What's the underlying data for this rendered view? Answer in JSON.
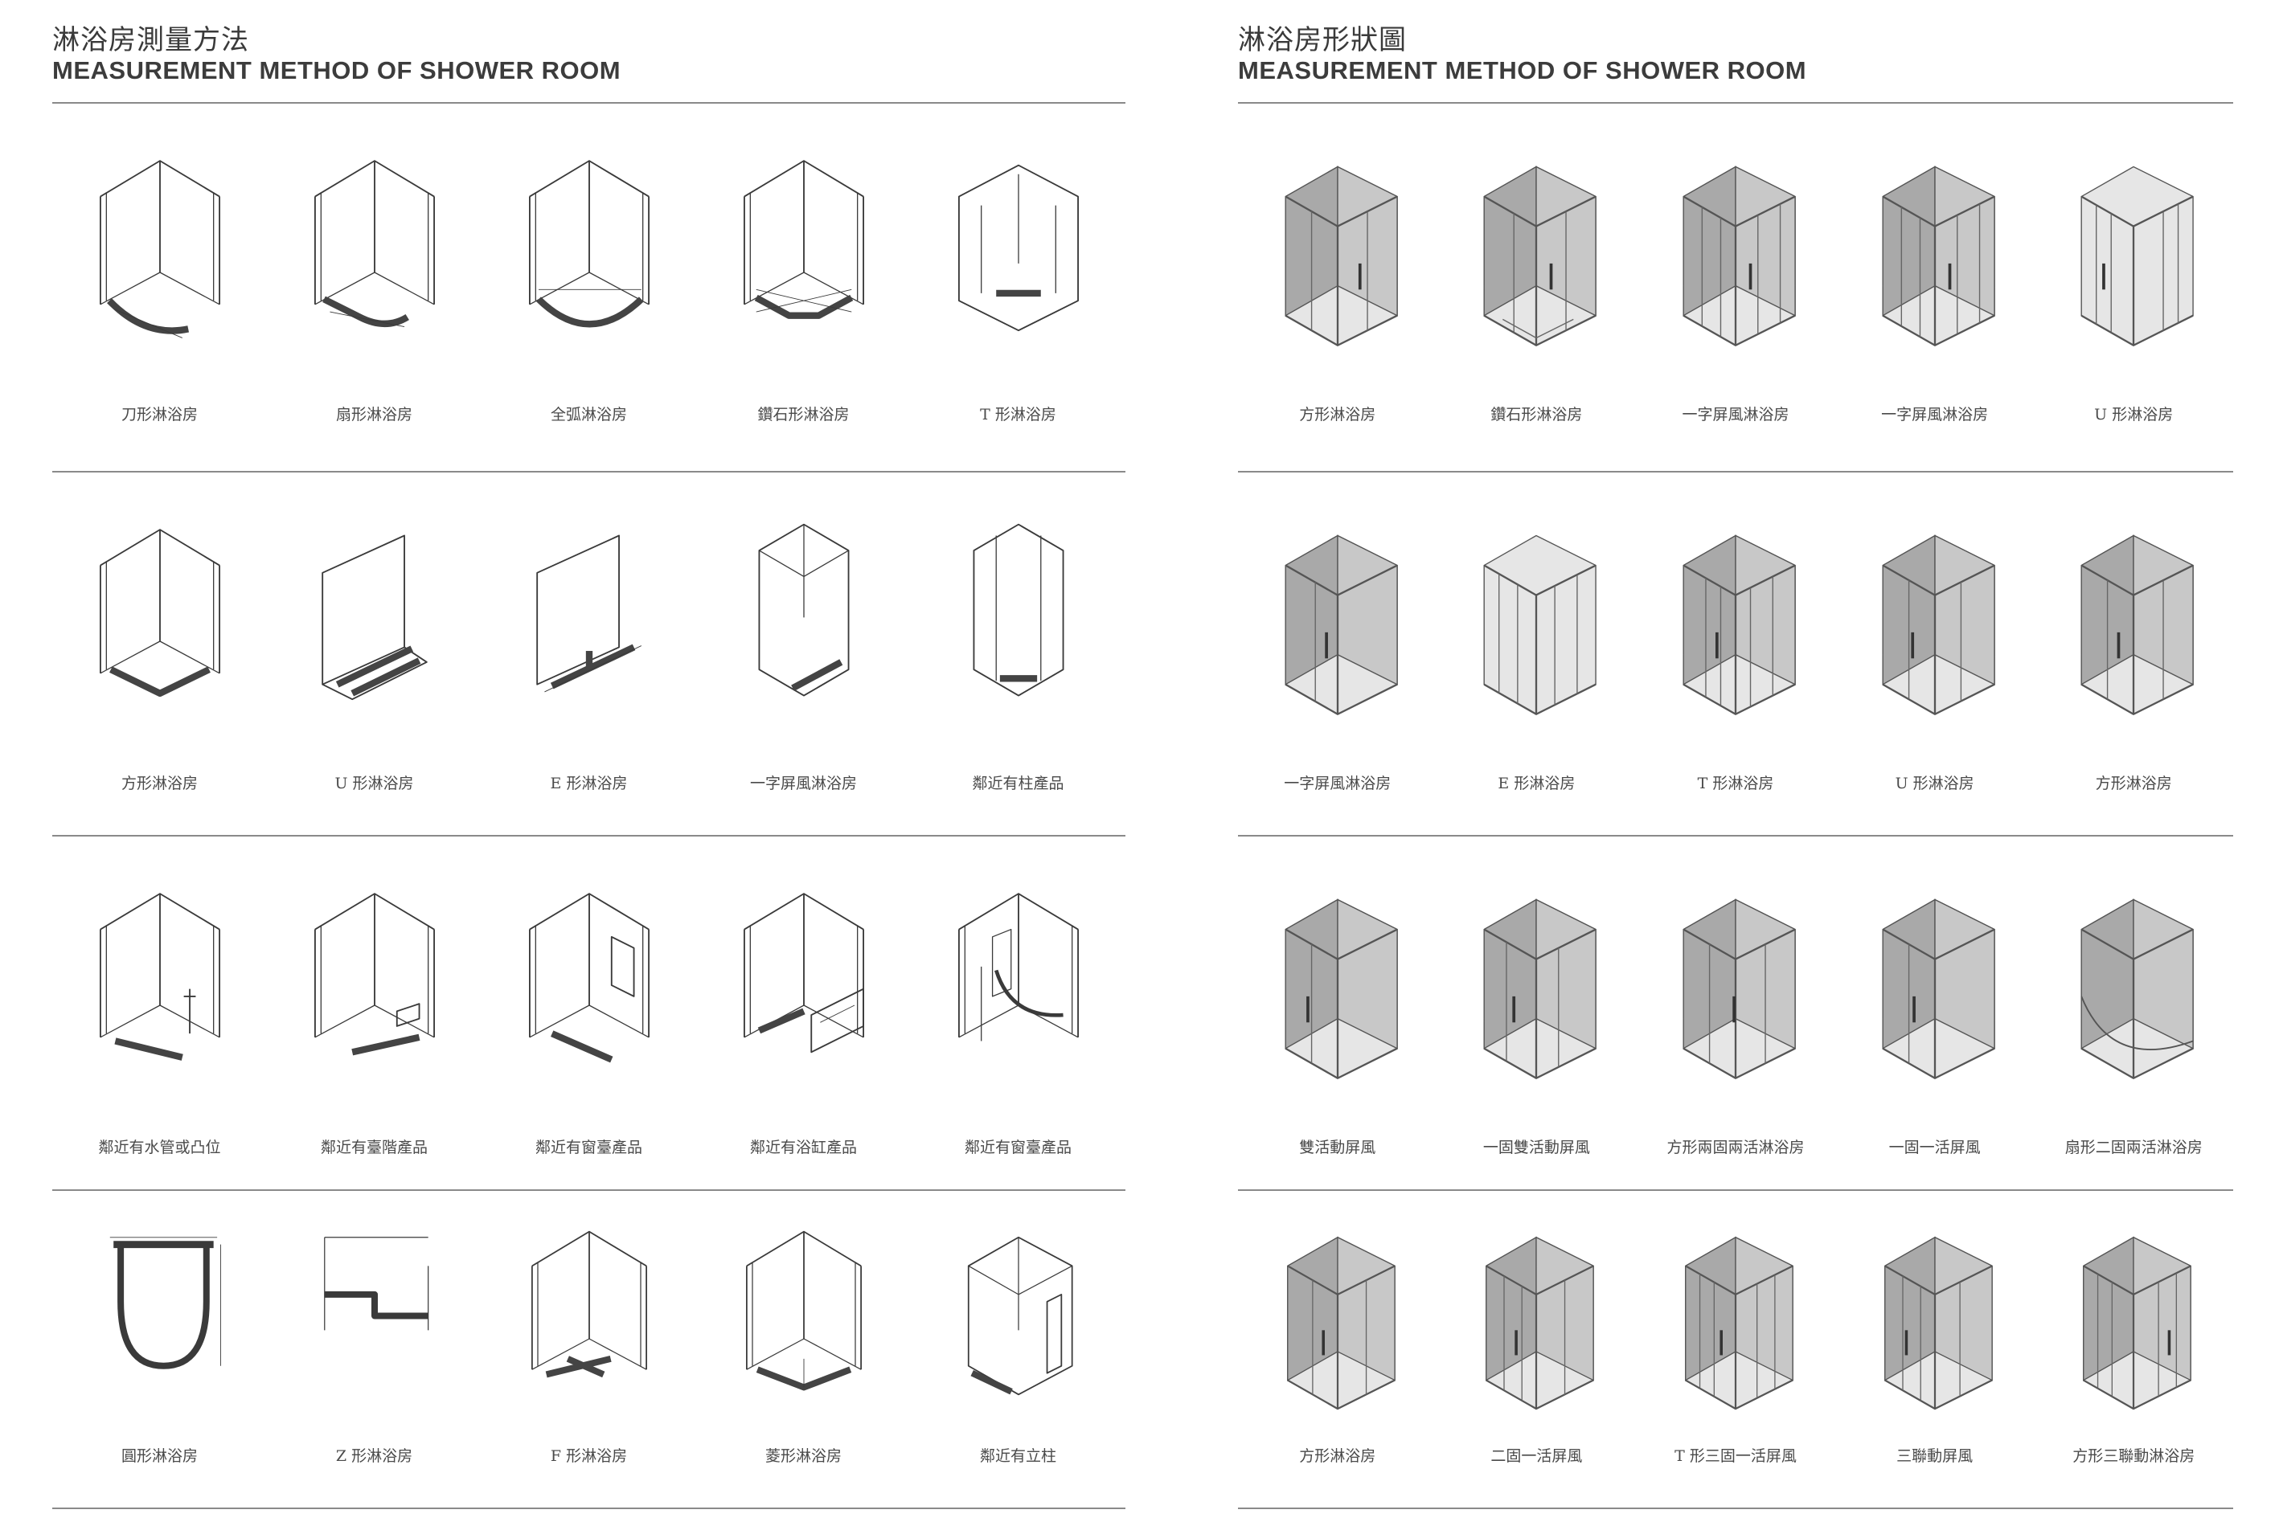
{
  "left": {
    "title_cn": "淋浴房測量方法",
    "title_en": "MEASUREMENT METHOD OF SHOWER ROOM",
    "rows": [
      [
        "刀形淋浴房",
        "扇形淋浴房",
        "全弧淋浴房",
        "鑽石形淋浴房",
        "T 形淋浴房"
      ],
      [
        "方形淋浴房",
        "U 形淋浴房",
        "E 形淋浴房",
        "一字屏風淋浴房",
        "鄰近有柱產品"
      ],
      [
        "鄰近有水管或凸位",
        "鄰近有臺階產品",
        "鄰近有窗臺產品",
        "鄰近有浴缸產品",
        "鄰近有窗臺產品"
      ],
      [
        "圓形淋浴房",
        "Z 形淋浴房",
        "F 形淋浴房",
        "菱形淋浴房",
        "鄰近有立柱"
      ]
    ]
  },
  "right": {
    "title_cn": "淋浴房形狀圖",
    "title_en": "MEASUREMENT METHOD OF SHOWER ROOM",
    "rows": [
      [
        "方形淋浴房",
        "鑽石形淋浴房",
        "一字屏風淋浴房",
        "一字屏風淋浴房",
        "U 形淋浴房"
      ],
      [
        "一字屏風淋浴房",
        "E 形淋浴房",
        "T 形淋浴房",
        "U 形淋浴房",
        "方形淋浴房"
      ],
      [
        "雙活動屏風",
        "一固雙活動屏風",
        "方形兩固兩活淋浴房",
        "一固一活屏風",
        "扇形二固兩活淋浴房"
      ],
      [
        "方形淋浴房",
        "二固一活屏風",
        "T 形三固一活屏風",
        "三聯動屏風",
        "方形三聯動淋浴房"
      ]
    ]
  },
  "left_shapes": [
    [
      "corner-quadrant",
      "corner-fan",
      "corner-arc",
      "corner-diamond",
      "t-niche"
    ],
    [
      "corner-square",
      "u-wall",
      "e-wall",
      "straight-frame",
      "pillar"
    ],
    [
      "pipe",
      "step",
      "window-sill",
      "bathtub",
      "window-arc"
    ],
    [
      "round-plan",
      "z-plan",
      "f-corner",
      "rhombus",
      "column"
    ]
  ],
  "right_shapes": [
    [
      "box-square",
      "box-diamond",
      "box-straight",
      "box-straight",
      "box-u"
    ],
    [
      "box-tall",
      "box-e",
      "box-t",
      "box-u2",
      "box-square2"
    ],
    [
      "box-double",
      "box-onefixed",
      "box-corner",
      "box-onefixedone",
      "box-fan"
    ],
    [
      "box-square3",
      "box-twofixed",
      "box-tthree",
      "box-triple",
      "box-triple2"
    ]
  ]
}
